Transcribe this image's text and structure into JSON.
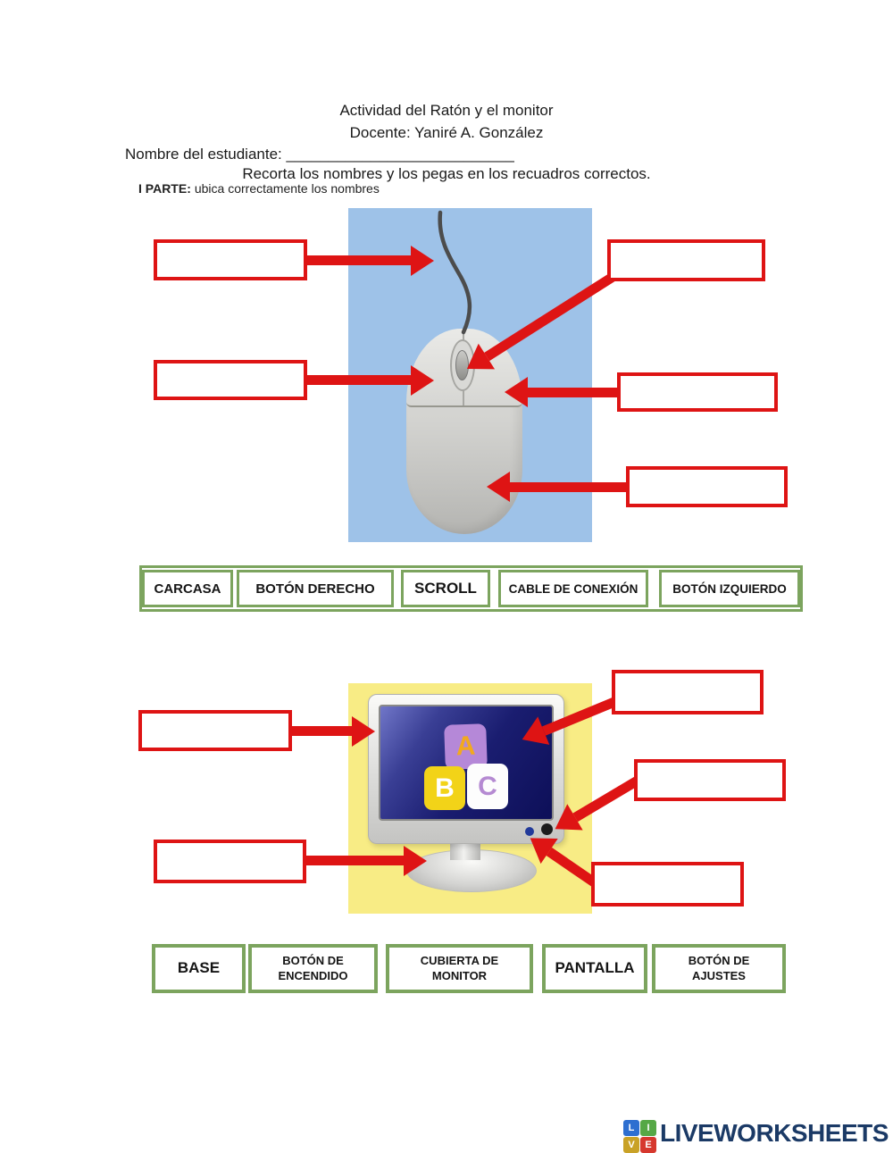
{
  "header": {
    "title": "Actividad del Ratón y el monitor",
    "teacher_line": "Docente: Yaniré A. González",
    "student_name_label": "Nombre del estudiante:",
    "student_name_blank": "___________________________",
    "instruction": "Recorta los nombres y los pegas en los recuadros correctos.",
    "part_one_label": "I PARTE:",
    "part_one_text": "ubica correctamente los nombres"
  },
  "mouse_activity": {
    "labels": [
      "CARCASA",
      "BOTÓN DERECHO",
      "SCROLL",
      "CABLE DE CONEXIÓN",
      "BOTÓN IZQUIERDO"
    ]
  },
  "monitor_activity": {
    "labels": [
      "BASE",
      "BOTÓN DE ENCENDIDO",
      "CUBIERTA DE MONITOR",
      "PANTALLA",
      "BOTÓN DE AJUSTES"
    ],
    "screen_blocks": [
      "A",
      "B",
      "C"
    ]
  },
  "footer": {
    "logo_text": "LIVEWORKSHEETS",
    "logo_tiles": [
      {
        "letter": "L",
        "color": "#2e6fd0"
      },
      {
        "letter": "I",
        "color": "#56a846"
      },
      {
        "letter": "V",
        "color": "#c9a227"
      },
      {
        "letter": "E",
        "color": "#d6382e"
      }
    ]
  },
  "colors": {
    "answer_box_red": "#de1414",
    "label_border_green": "#7ca45e",
    "mouse_panel_blue": "#9ec2e8",
    "monitor_panel_yellow": "#f8ec85",
    "logo_navy": "#1b3a66"
  }
}
